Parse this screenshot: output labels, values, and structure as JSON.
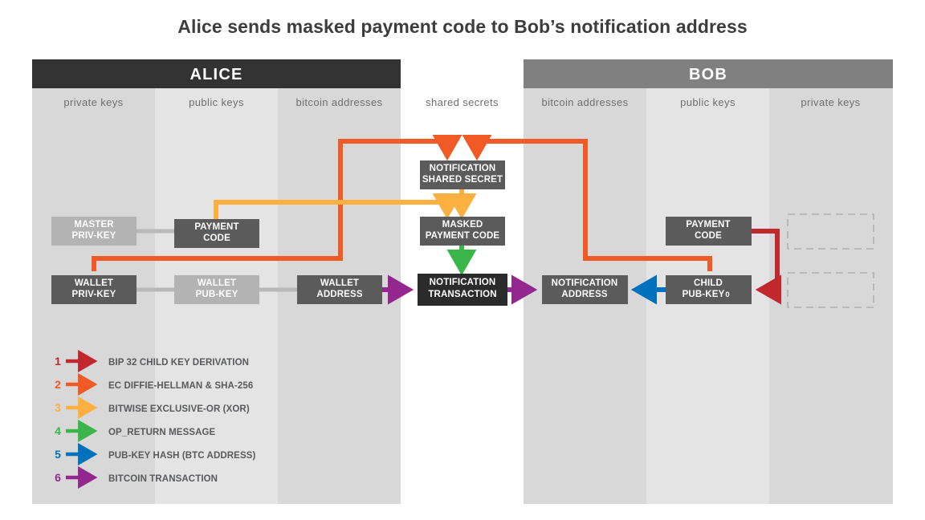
{
  "title": "Alice sends masked payment code to Bob’s notification address",
  "colors": {
    "alice_header_bg": "#333333",
    "bob_header_bg": "#808080",
    "band_dark": "#d8d8d8",
    "band_light": "#e4e4e4",
    "band_center": "#ffffff",
    "node_dark": "#5b5b5b",
    "node_light": "#b3b3b3",
    "node_black": "#2b2b2b",
    "dashed_stroke": "#b0b0b0",
    "arrow_1": "#c1272d",
    "arrow_2": "#f15a24",
    "arrow_3": "#fbb040",
    "arrow_4": "#39b54a",
    "arrow_5": "#0071bc",
    "arrow_6": "#93278f",
    "plain_link": "#b8b8b8",
    "text_dark": "#3d3d3d",
    "text_muted": "#6e6e6e"
  },
  "headers": [
    {
      "name": "alice",
      "label": "ALICE"
    },
    {
      "name": "bob",
      "label": "BOB"
    }
  ],
  "columns": [
    {
      "name": "alice-private-keys",
      "label": "private keys"
    },
    {
      "name": "alice-public-keys",
      "label": "public keys"
    },
    {
      "name": "alice-bitcoin-addresses",
      "label": "bitcoin addresses"
    },
    {
      "name": "shared-secrets",
      "label": "shared secrets"
    },
    {
      "name": "bob-bitcoin-addresses",
      "label": "bitcoin addresses"
    },
    {
      "name": "bob-public-keys",
      "label": "public keys"
    },
    {
      "name": "bob-private-keys",
      "label": "private keys"
    }
  ],
  "nodes": [
    {
      "name": "node-notification-shared-secret",
      "lines": [
        "NOTIFICATION",
        "SHARED SECRET"
      ],
      "style": "dark"
    },
    {
      "name": "node-alice-master-priv-key",
      "lines": [
        "MASTER",
        "PRIV-KEY"
      ],
      "style": "light"
    },
    {
      "name": "node-alice-payment-code",
      "lines": [
        "PAYMENT",
        "CODE"
      ],
      "style": "dark"
    },
    {
      "name": "node-masked-payment-code",
      "lines": [
        "MASKED",
        "PAYMENT CODE"
      ],
      "style": "dark"
    },
    {
      "name": "node-bob-payment-code",
      "lines": [
        "PAYMENT",
        "CODE"
      ],
      "style": "dark"
    },
    {
      "name": "node-alice-wallet-priv-key",
      "lines": [
        "WALLET",
        "PRIV-KEY"
      ],
      "style": "dark"
    },
    {
      "name": "node-alice-wallet-pub-key",
      "lines": [
        "WALLET",
        "PUB-KEY"
      ],
      "style": "light"
    },
    {
      "name": "node-alice-wallet-address",
      "lines": [
        "WALLET",
        "ADDRESS"
      ],
      "style": "dark"
    },
    {
      "name": "node-notification-transaction",
      "lines": [
        "NOTIFICATION",
        "TRANSACTION"
      ],
      "style": "black"
    },
    {
      "name": "node-bob-notification-address",
      "lines": [
        "NOTIFICATION",
        "ADDRESS"
      ],
      "style": "dark"
    },
    {
      "name": "node-bob-child-pub-key-0",
      "lines": [
        "CHILD",
        "PUB-KEY"
      ],
      "style": "dark",
      "subscript": "0"
    }
  ],
  "legend": [
    {
      "name": "legend-item-1",
      "number": "1",
      "label": "BIP 32 CHILD KEY DERIVATION",
      "color_key": "arrow_1"
    },
    {
      "name": "legend-item-2",
      "number": "2",
      "label": "EC DIFFIE-HELLMAN & SHA-256",
      "color_key": "arrow_2"
    },
    {
      "name": "legend-item-3",
      "number": "3",
      "label": "BITWISE EXCLUSIVE-OR (XOR)",
      "color_key": "arrow_3"
    },
    {
      "name": "legend-item-4",
      "number": "4",
      "label": "OP_RETURN MESSAGE",
      "color_key": "arrow_4"
    },
    {
      "name": "legend-item-5",
      "number": "5",
      "label": "PUB-KEY HASH (BTC ADDRESS)",
      "color_key": "arrow_5"
    },
    {
      "name": "legend-item-6",
      "number": "6",
      "label": "BITCOIN TRANSACTION",
      "color_key": "arrow_6"
    }
  ]
}
